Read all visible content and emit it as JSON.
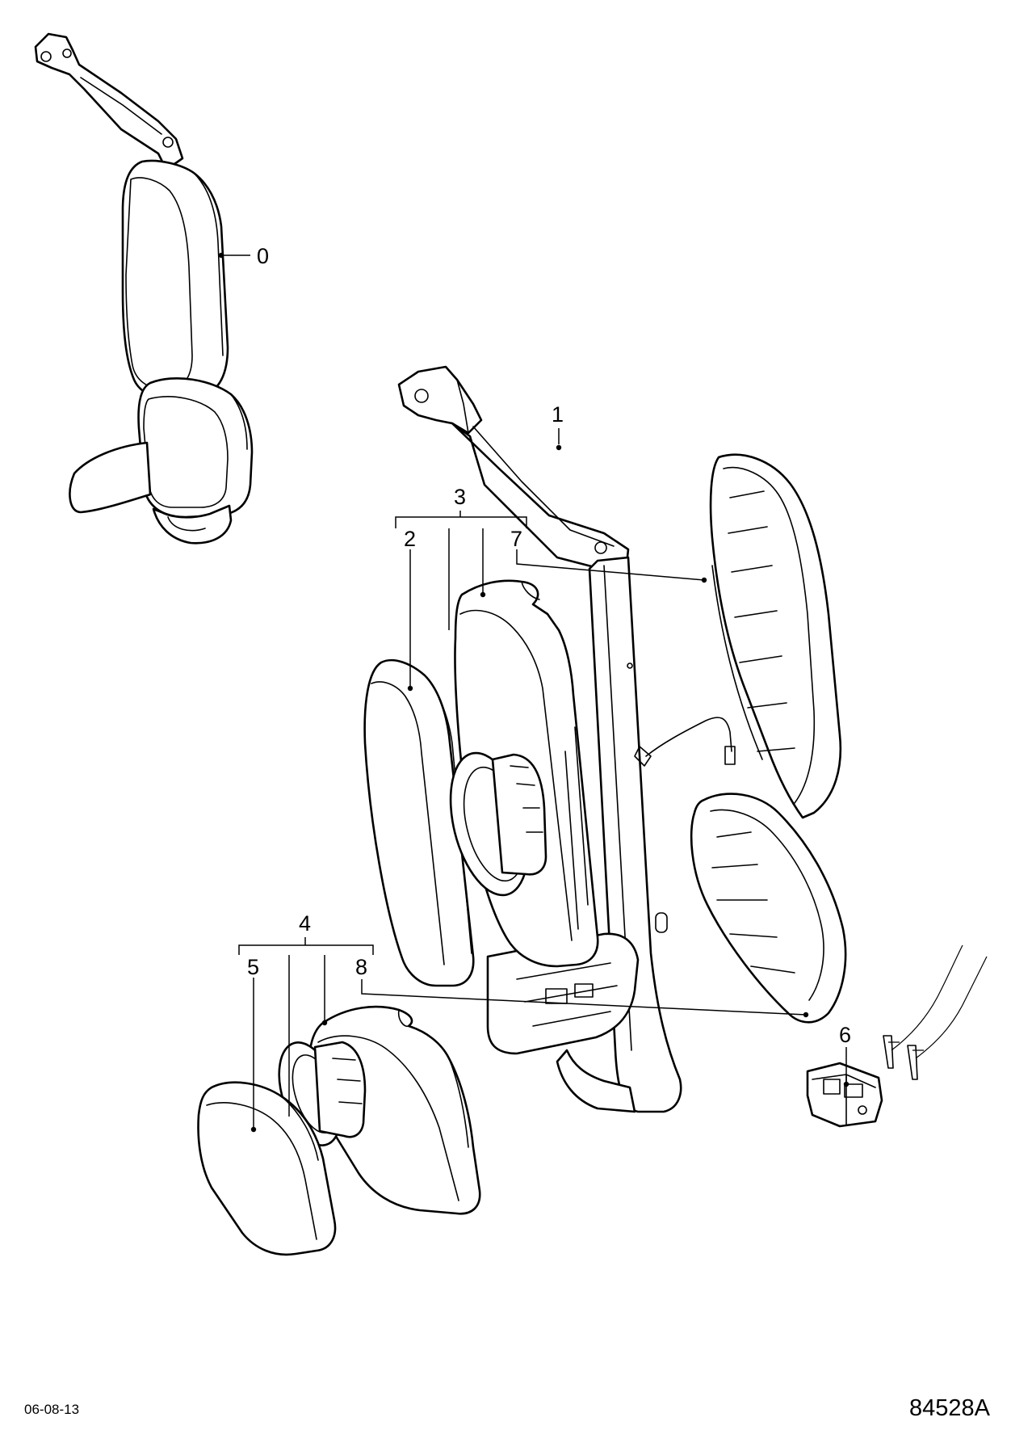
{
  "callouts": {
    "c0": "0",
    "c1": "1",
    "c2": "2",
    "c3": "3",
    "c4": "4",
    "c5": "5",
    "c6": "6",
    "c7": "7",
    "c8": "8"
  },
  "footer": {
    "date": "06-08-13",
    "drawing_number": "84528A"
  }
}
